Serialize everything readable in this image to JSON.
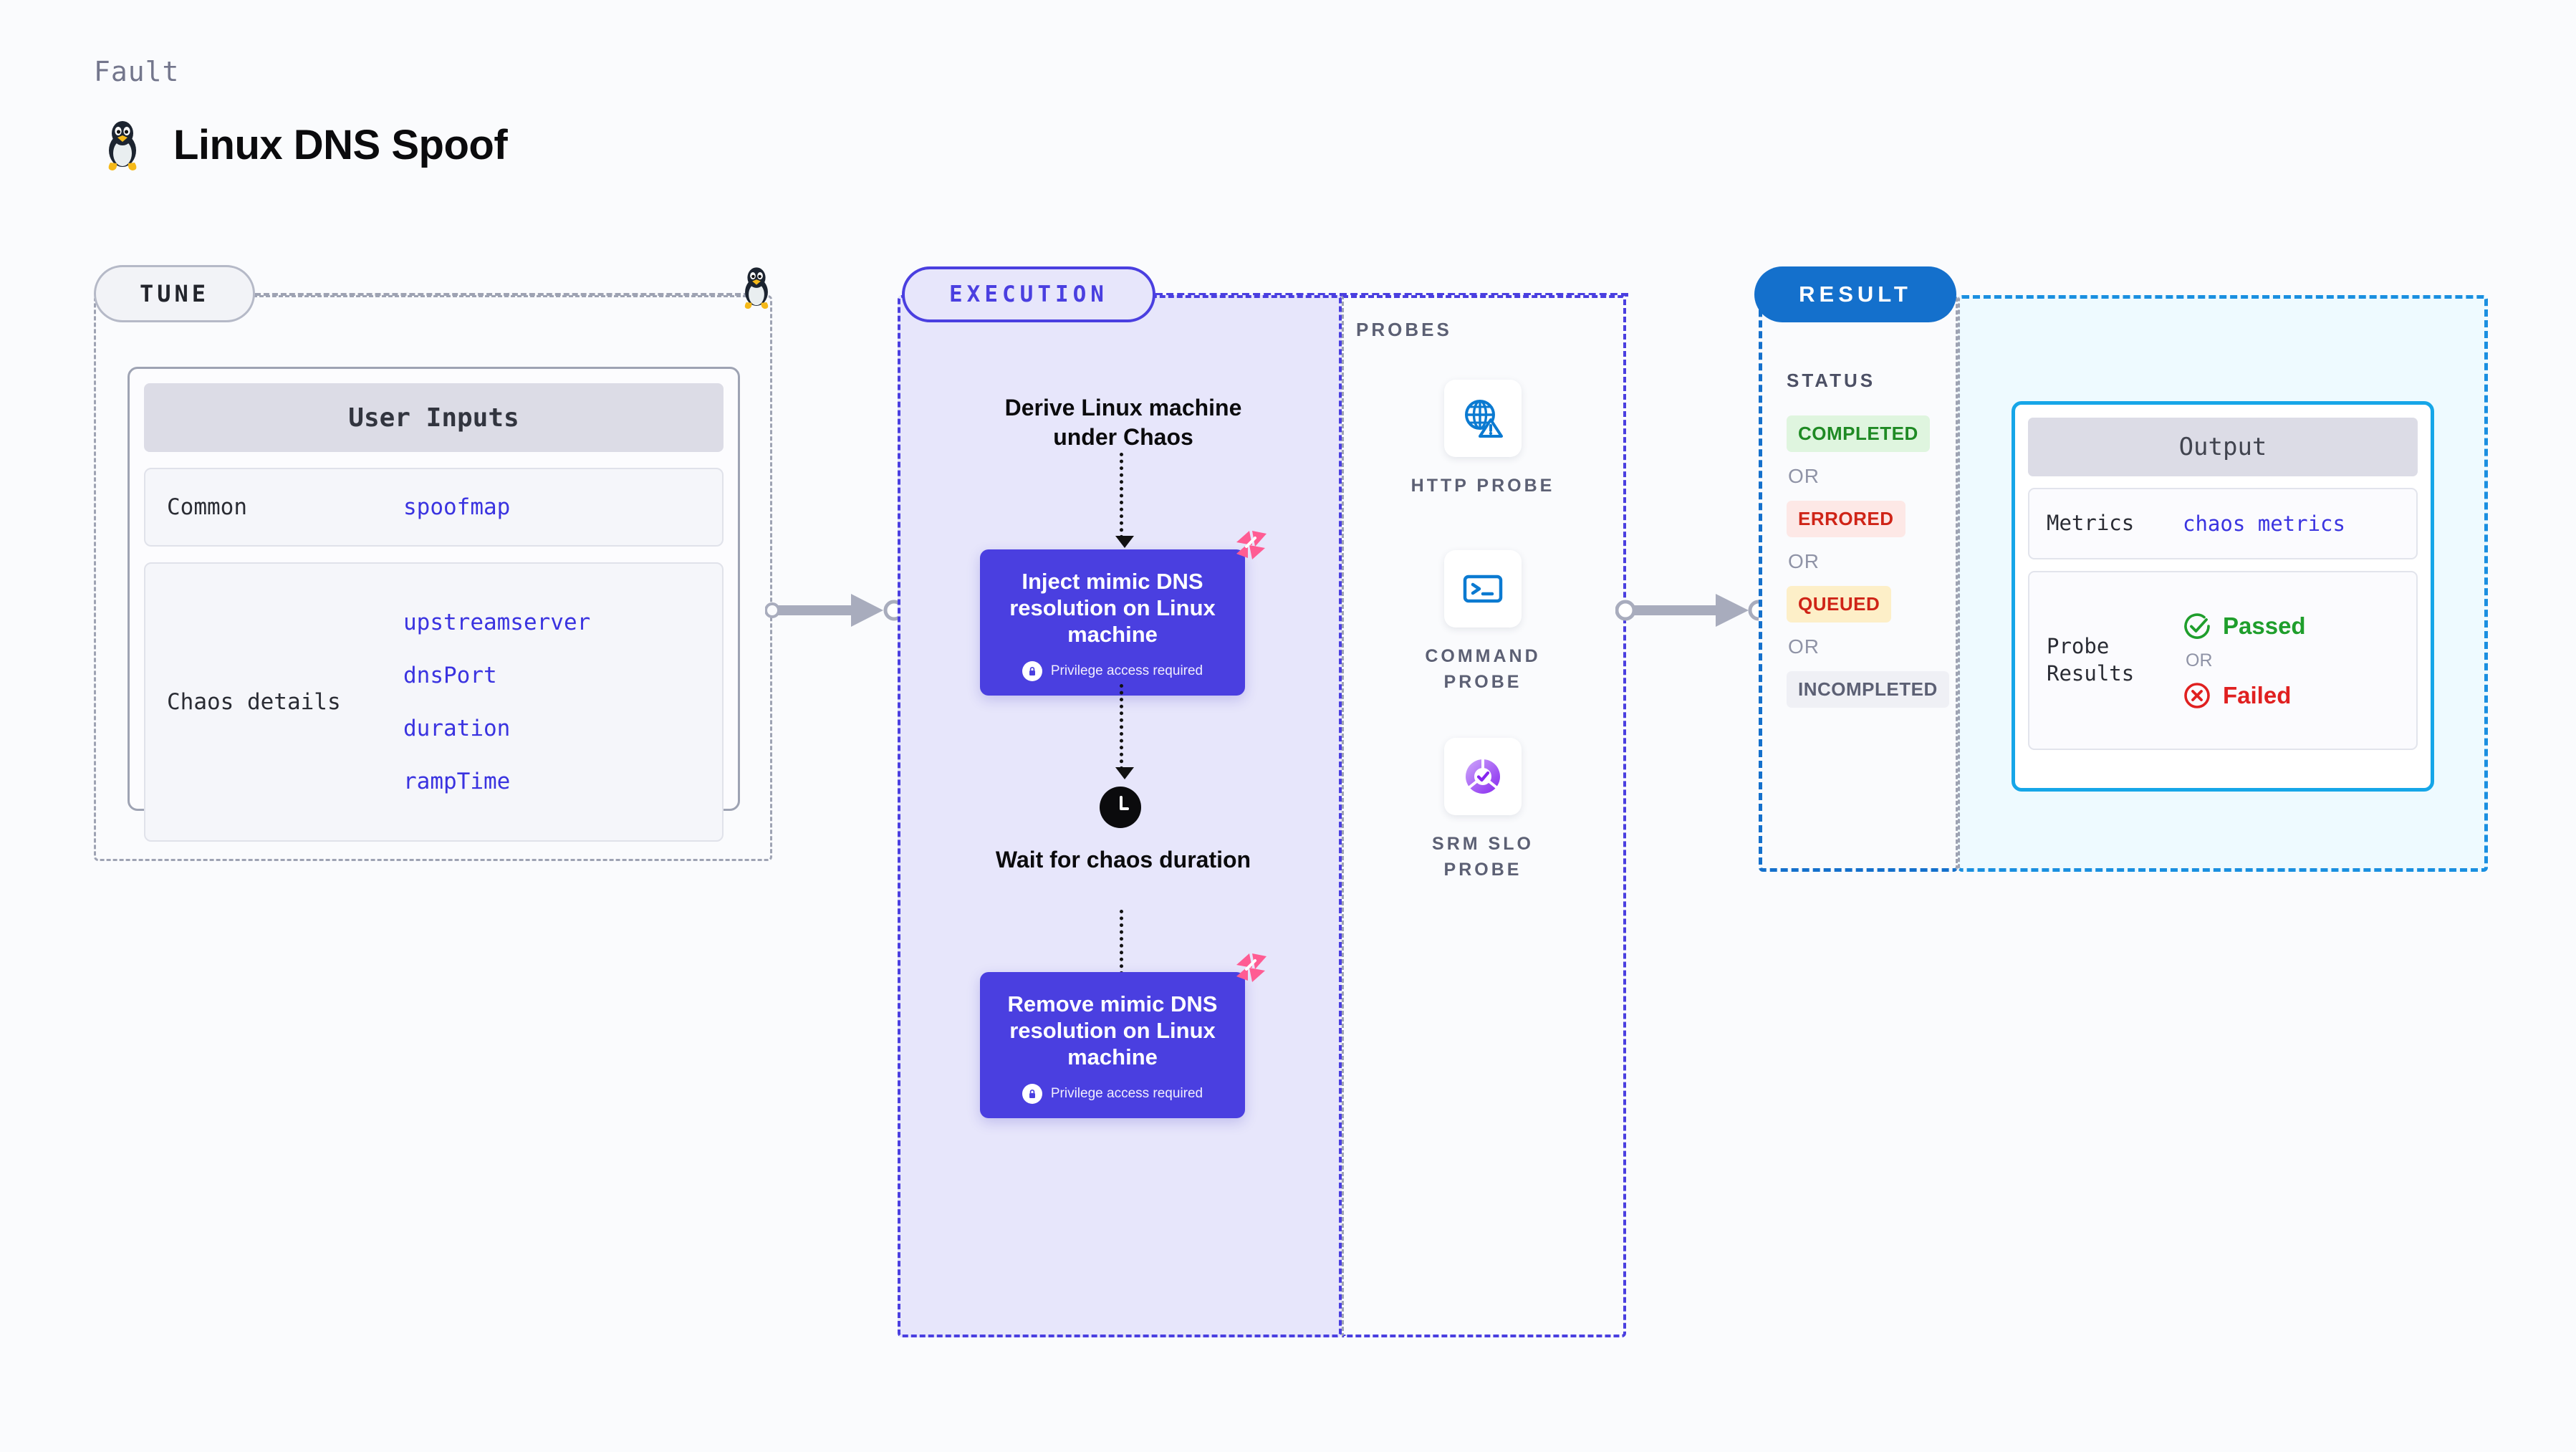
{
  "header": {
    "eyebrow": "Fault",
    "title": "Linux DNS Spoof",
    "icon": "linux-penguin-icon"
  },
  "tune": {
    "pill_label": "TUNE",
    "card_title": "User Inputs",
    "groups": [
      {
        "label": "Common",
        "values": [
          "spoofmap"
        ]
      },
      {
        "label": "Chaos details",
        "values": [
          "upstreamserver",
          "dnsPort",
          "duration",
          "rampTime"
        ]
      }
    ]
  },
  "execution": {
    "pill_label": "EXECUTION",
    "steps": [
      {
        "type": "text",
        "label": "Derive Linux machine under Chaos"
      },
      {
        "type": "chaos-node",
        "label": "Inject mimic DNS resolution on Linux machine",
        "privilege": "Privilege access required"
      },
      {
        "type": "wait",
        "label": "Wait for chaos duration",
        "icon": "clock-icon"
      },
      {
        "type": "chaos-node",
        "label": "Remove mimic DNS resolution on Linux machine",
        "privilege": "Privilege access required"
      }
    ]
  },
  "probes": {
    "section_label": "PROBES",
    "items": [
      {
        "name": "HTTP PROBE",
        "icon": "globe-warning-icon"
      },
      {
        "name": "COMMAND PROBE",
        "icon": "terminal-icon"
      },
      {
        "name": "SRM SLO PROBE",
        "icon": "slo-donut-check-icon"
      }
    ]
  },
  "result": {
    "pill_label": "RESULT",
    "status_label": "STATUS",
    "or_label": "OR",
    "statuses": [
      {
        "label": "COMPLETED",
        "bg": "#dff5df",
        "fg": "#1f8a24"
      },
      {
        "label": "ERRORED",
        "bg": "#fde8e6",
        "fg": "#cf2417"
      },
      {
        "label": "QUEUED",
        "bg": "#fdefc8",
        "fg": "#cf2417"
      },
      {
        "label": "INCOMPLETED",
        "bg": "#eff0f5",
        "fg": "#5c6074"
      }
    ]
  },
  "output": {
    "card_title": "Output",
    "metrics_label": "Metrics",
    "metrics_value": "chaos metrics",
    "probe_results_label": "Probe Results",
    "or_label": "OR",
    "passed_label": "Passed",
    "failed_label": "Failed",
    "passed_color": "#1f9e2c",
    "failed_color": "#e02020"
  },
  "colors": {
    "page_bg": "#fafbfd",
    "indigo": "#4a3fe0",
    "blue": "#1470cc",
    "cyan": "#16a6e8",
    "gray_dash": "#9ea3b3",
    "pink": "#ff5c93"
  }
}
